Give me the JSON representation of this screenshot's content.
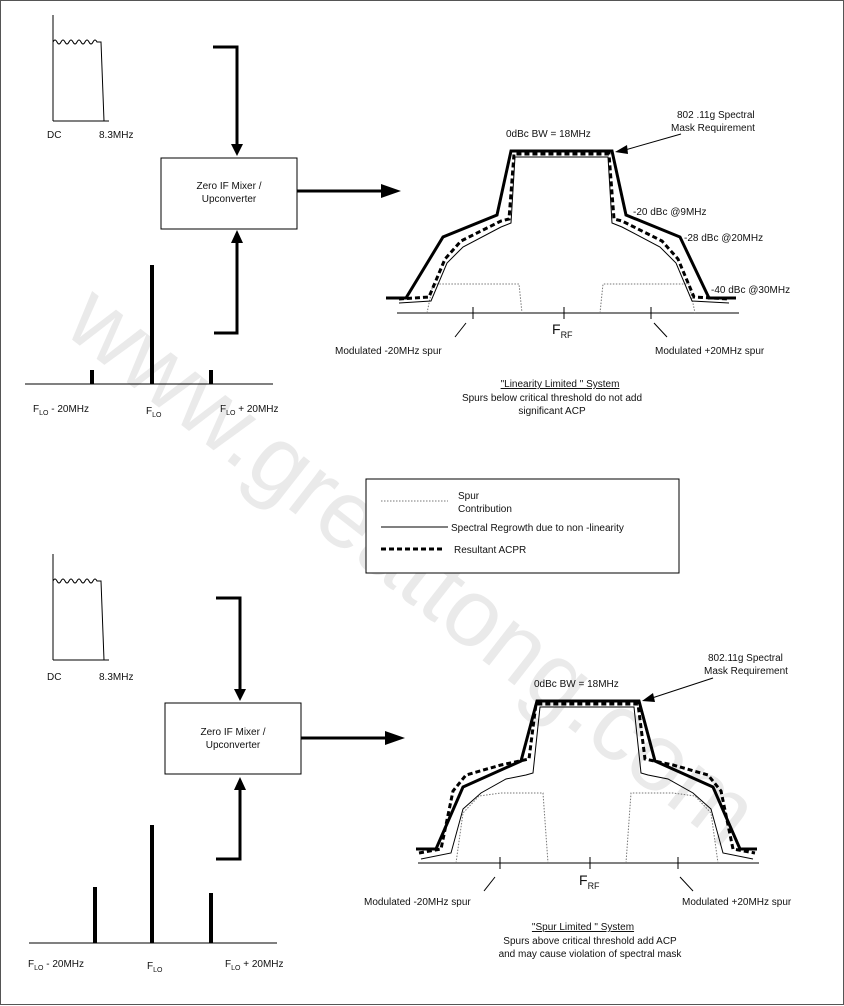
{
  "watermark": "www.greattong.com",
  "sections": [
    {
      "id": "top",
      "baseband": {
        "left_label": "DC",
        "right_label": "8.3MHz"
      },
      "mixer": {
        "line1": "Zero IF Mixer /",
        "line2": "Upconverter"
      },
      "lo_spectrum": {
        "left_label": "F",
        "left_sub": "LO",
        "left_suffix": " - 20MHz",
        "center_label": "F",
        "center_sub": "LO",
        "right_label": "F",
        "right_sub": "LO",
        "right_suffix": " + 20MHz"
      },
      "mask": {
        "bw_label": "0dBc BW  = 18MHz",
        "req_line1": "802 .11g Spectral",
        "req_line2": "Mask Requirement",
        "level1": "-20 dBc @9MHz",
        "level2": "-28 dBc @20MHz",
        "level3": "-40 dBc @30MHz",
        "frf": "F",
        "frf_sub": "RF",
        "spur_left": "Modulated  -20MHz spur",
        "spur_right": "Modulated  +20MHz spur"
      },
      "caption": {
        "title": "\"Linearity Limited \" System",
        "line1": "Spurs below critical threshold do not add",
        "line2": "significant ACP"
      }
    },
    {
      "id": "bottom",
      "baseband": {
        "left_label": "DC",
        "right_label": "8.3MHz"
      },
      "mixer": {
        "line1": "Zero IF Mixer /",
        "line2": "Upconverter"
      },
      "lo_spectrum": {
        "left_label": "F",
        "left_sub": "LO",
        "left_suffix": " - 20MHz",
        "center_label": "F",
        "center_sub": "LO",
        "right_label": "F",
        "right_sub": "LO",
        "right_suffix": " + 20MHz"
      },
      "mask": {
        "bw_label": "0dBc BW  = 18MHz",
        "req_line1": "802.11g Spectral",
        "req_line2": "Mask Requirement",
        "frf": "F",
        "frf_sub": "RF",
        "spur_left": "Modulated  -20MHz spur",
        "spur_right": "Modulated  +20MHz spur"
      },
      "caption": {
        "title": "\"Spur Limited \" System",
        "line1": "Spurs above critical threshold add ACP",
        "line2": "and may cause violation of spectral mask"
      }
    }
  ],
  "legend": {
    "spur_line1": "Spur",
    "spur_line2": "Contribution",
    "regrowth": "Spectral Regrowth due to non    -linearity",
    "resultant": "Resultant ACPR"
  }
}
